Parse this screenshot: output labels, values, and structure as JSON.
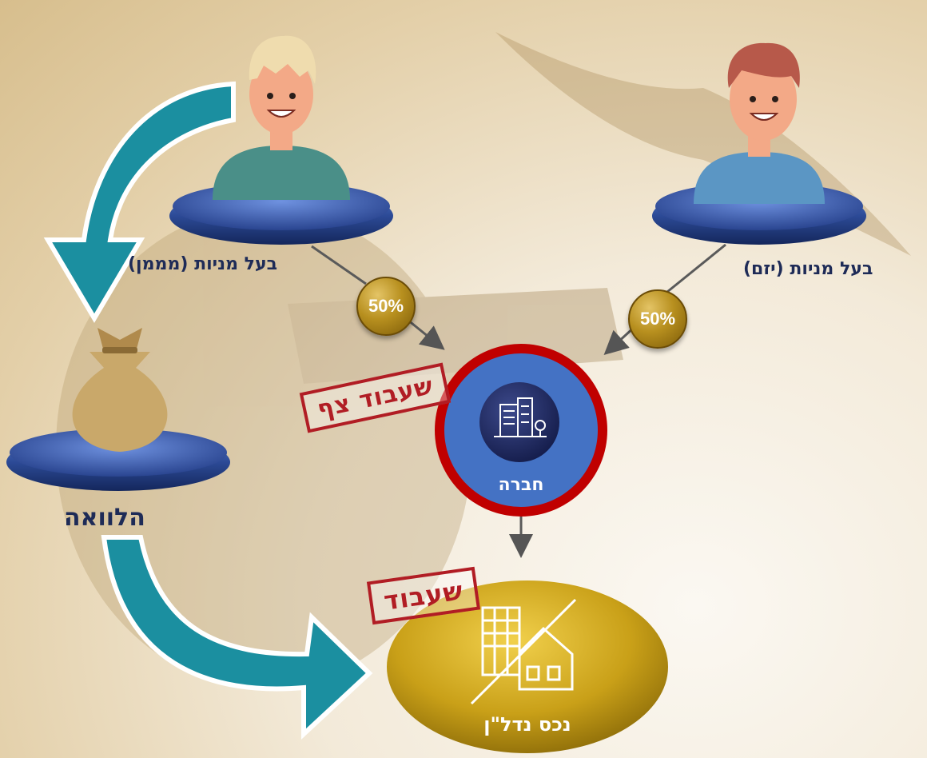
{
  "nodes": {
    "investor": {
      "label": "בעל מניות (מממן)",
      "percent": "50%"
    },
    "entrepreneur": {
      "label": "בעל מניות (יזם)",
      "percent": "50%"
    },
    "loan": {
      "label": "הלוואה"
    },
    "company": {
      "label": "חברה",
      "stamp": "שעבוד צף"
    },
    "property": {
      "label": "נכס נדל\"ן",
      "stamp": "שעבוד"
    }
  },
  "icons": {
    "investor": "person-blond-icon",
    "entrepreneur": "person-brown-hair-icon",
    "loan": "money-bag-icon",
    "company": "office-building-icon",
    "property": "building-house-icon"
  },
  "colors": {
    "label_text": "#1e2b57",
    "arrow_teal": "#1b8fa0",
    "company_fill": "#4472c4",
    "company_ring": "#c00000",
    "property_fill": "#c9a018",
    "stamp_red": "#b11d24",
    "badge_gold": "#a07c14"
  }
}
